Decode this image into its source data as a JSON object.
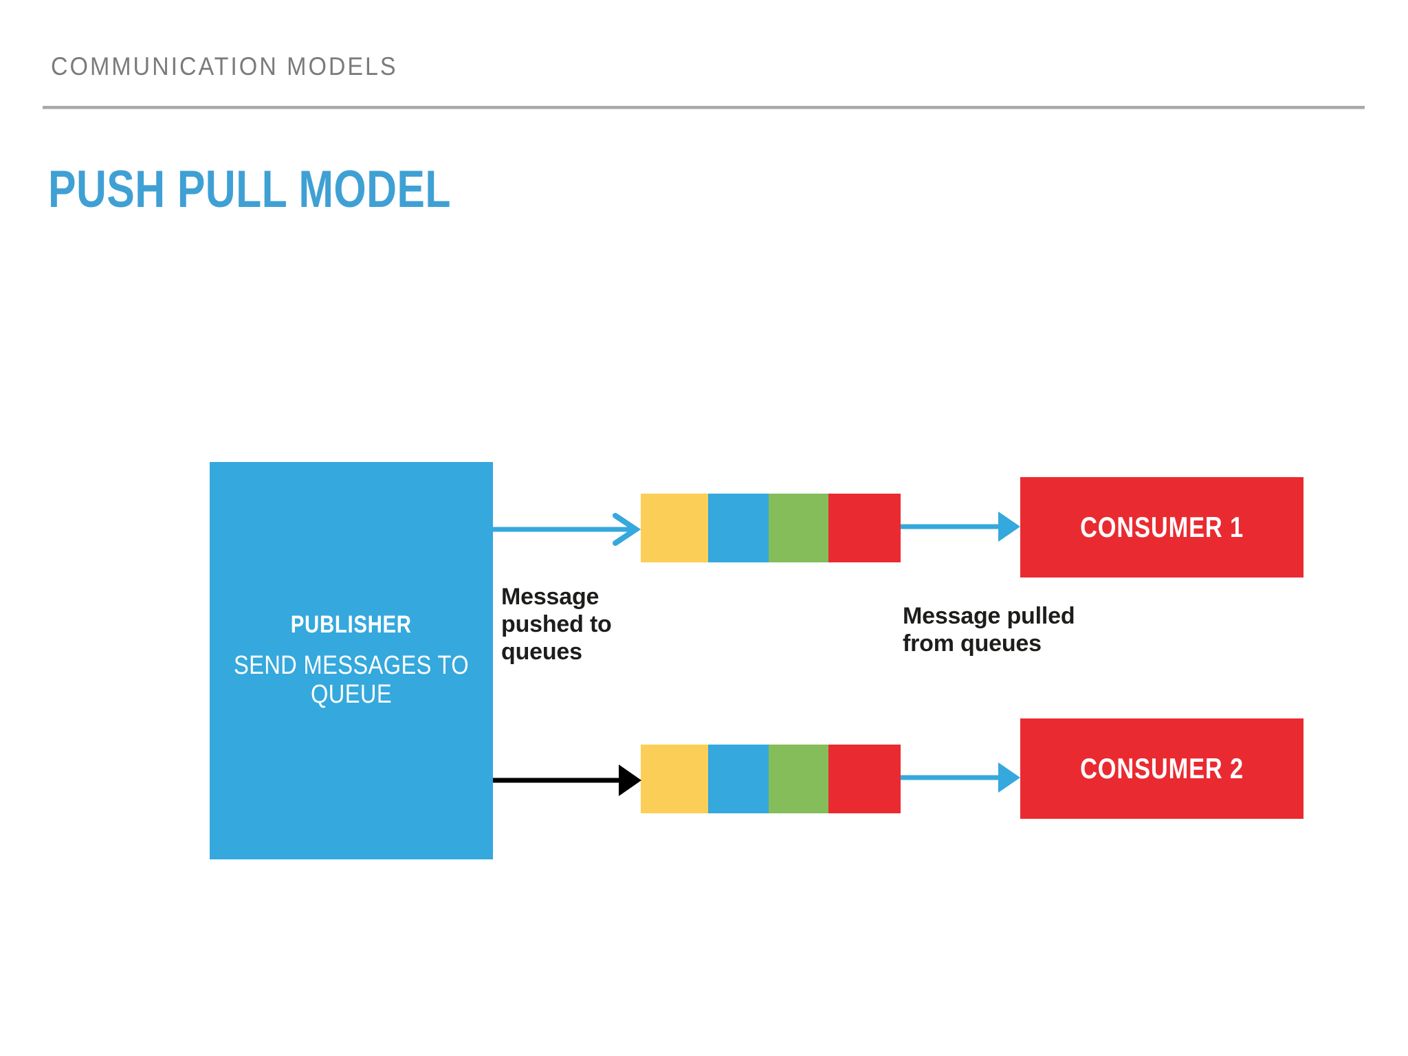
{
  "header": {
    "eyebrow": "COMMUNICATION MODELS",
    "rule_color": "#a9a9a9"
  },
  "title": {
    "text": "PUSH PULL MODEL",
    "color": "#3fa0d4"
  },
  "diagram": {
    "publisher": {
      "title": "PUBLISHER",
      "subtitle": "SEND MESSAGES TO QUEUE",
      "color": "#35a8dd"
    },
    "queues": [
      {
        "name": "queue-1",
        "segments": [
          {
            "color": "#fbce57",
            "width": 98
          },
          {
            "color": "#35a8dd",
            "width": 88
          },
          {
            "color": "#84bd5a",
            "width": 87
          },
          {
            "color": "#ea2a31",
            "width": 105
          }
        ]
      },
      {
        "name": "queue-2",
        "segments": [
          {
            "color": "#fbce57",
            "width": 98
          },
          {
            "color": "#35a8dd",
            "width": 88
          },
          {
            "color": "#84bd5a",
            "width": 87
          },
          {
            "color": "#ea2a31",
            "width": 105
          }
        ]
      }
    ],
    "consumers": [
      {
        "label": "CONSUMER 1",
        "color": "#ea2a31"
      },
      {
        "label": "CONSUMER 2",
        "color": "#ea2a31"
      }
    ],
    "annotations": {
      "push": "Message\npushed to\nqueues",
      "pull": "Message pulled\nfrom queues"
    },
    "arrows": [
      {
        "name": "publisher-to-queue-1",
        "color": "#35a8dd",
        "style": "chevron"
      },
      {
        "name": "publisher-to-queue-2",
        "color": "#000000",
        "style": "solid-triangle"
      },
      {
        "name": "queue-1-to-consumer-1",
        "color": "#35a8dd",
        "style": "solid-triangle"
      },
      {
        "name": "queue-2-to-consumer-2",
        "color": "#35a8dd",
        "style": "solid-triangle"
      }
    ]
  }
}
